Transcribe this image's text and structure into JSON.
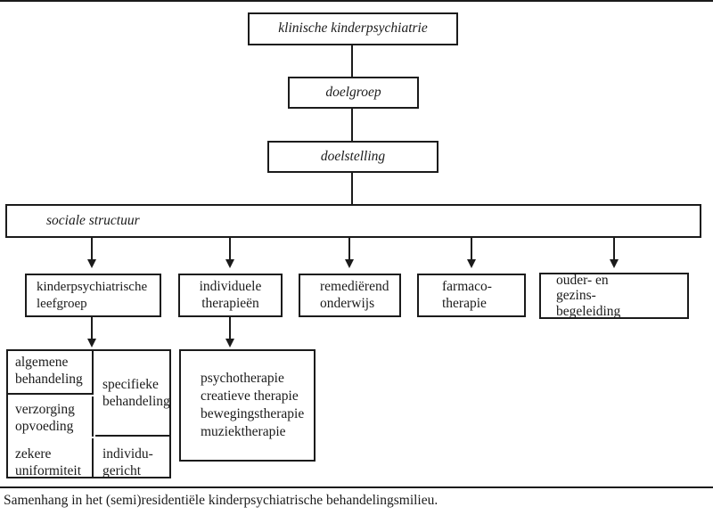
{
  "figure": {
    "colors": {
      "ink": "#1b1b1b",
      "paper": "#ffffff"
    },
    "chain": [
      {
        "label": "klinische kinderpsychiatrie"
      },
      {
        "label": "doelgroep"
      },
      {
        "label": "doelstelling"
      }
    ],
    "wide_box": {
      "label": "sociale structuur"
    },
    "branches": [
      {
        "lines": [
          "kinderpsychiatrische",
          "leefgroep"
        ]
      },
      {
        "lines": [
          "individuele",
          "therapieën"
        ]
      },
      {
        "lines": [
          "remediërend",
          "onderwijs"
        ]
      },
      {
        "lines": [
          "farmaco-",
          "therapie"
        ]
      },
      {
        "lines": [
          "ouder- en",
          "gezins-",
          "begeleiding"
        ]
      }
    ],
    "leefgroep_detail": {
      "left_cells": [
        {
          "lines": [
            "algemene",
            "behandeling"
          ]
        },
        {
          "lines": [
            "verzorging",
            "opvoeding"
          ]
        },
        {
          "lines": [
            "zekere",
            "uniformiteit"
          ]
        }
      ],
      "right_cells": [
        {
          "lines": [
            "specifieke",
            "behandeling"
          ]
        },
        {
          "lines": [
            "individu-",
            "gericht"
          ]
        }
      ]
    },
    "therapie_detail": {
      "lines": [
        "psychotherapie",
        "creatieve therapie",
        "bewegingstherapie",
        "muziektherapie"
      ]
    },
    "caption": "Samenhang in het (semi)residentiële kinderpsychiatrische behandelingsmilieu."
  }
}
